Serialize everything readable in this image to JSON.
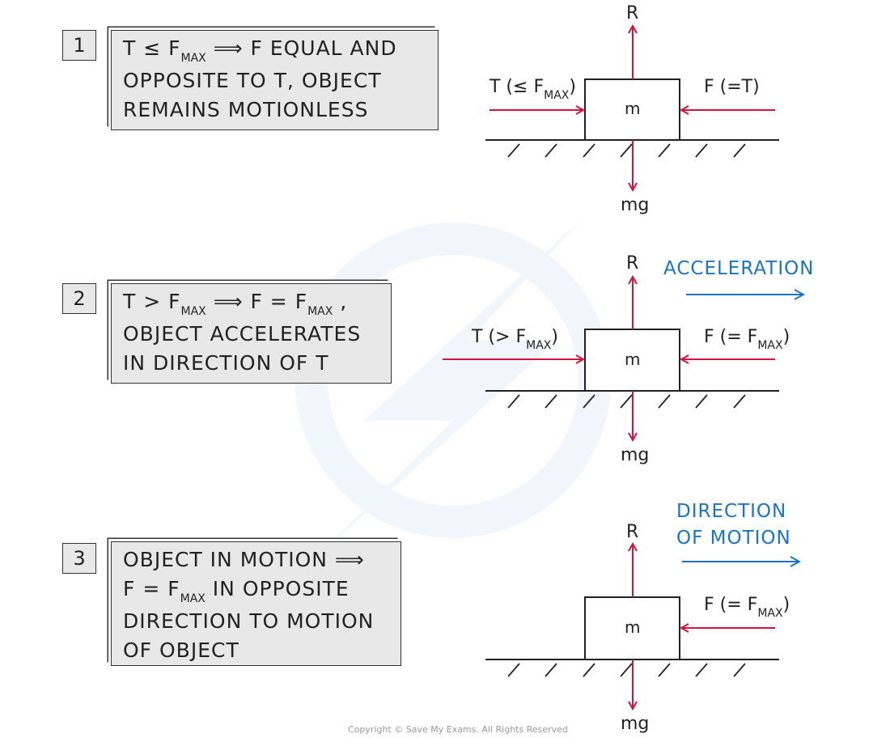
{
  "colors": {
    "force": "#d4123a",
    "motion": "#1a73c8",
    "box_fill": "#e8e8e8"
  },
  "cases": [
    {
      "number": "1",
      "statement": {
        "l1_a": "T ≤ F",
        "l1_sub": "MAX",
        "l1_b": " ⟹ F EQUAL AND",
        "l2": "OPPOSITE TO T, OBJECT",
        "l3": "REMAINS MOTIONLESS"
      },
      "left_force": {
        "a": "T (≤ F",
        "sub": "MAX",
        "b": ")"
      },
      "right_force": {
        "a": "F (=T)",
        "sub": "",
        "b": ""
      },
      "normal": "R",
      "weight": "mg",
      "mass": "m"
    },
    {
      "number": "2",
      "statement": {
        "l1_a": "T > F",
        "l1_sub": "MAX",
        "l1_b": " ⟹ F = F",
        "l1_sub2": "MAX",
        "l1_c": " ,",
        "l2": "OBJECT ACCELERATES",
        "l3": "IN DIRECTION OF T"
      },
      "left_force": {
        "a": "T (> F",
        "sub": "MAX",
        "b": ")"
      },
      "right_force": {
        "a": "F (= F",
        "sub": "MAX",
        "b": ")"
      },
      "motion_label": "ACCELERATION",
      "normal": "R",
      "weight": "mg",
      "mass": "m"
    },
    {
      "number": "3",
      "statement": {
        "l1": "OBJECT IN MOTION ⟹",
        "l2_a": "F = F",
        "l2_sub": "MAX",
        "l2_b": " IN OPPOSITE",
        "l3": "DIRECTION TO MOTION",
        "l4": "OF OBJECT"
      },
      "right_force": {
        "a": "F (= F",
        "sub": "MAX",
        "b": ")"
      },
      "motion_label_1": "DIRECTION",
      "motion_label_2": "OF MOTION",
      "normal": "R",
      "weight": "mg",
      "mass": "m"
    }
  ],
  "copyright": "Copyright © Save My Exams. All Rights Reserved"
}
